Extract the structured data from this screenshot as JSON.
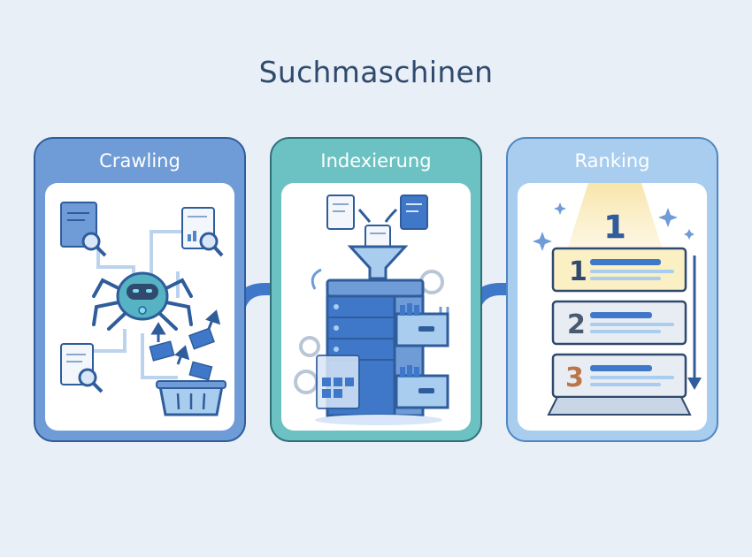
{
  "title": "Suchmaschinen",
  "stages": [
    {
      "label": "Crawling"
    },
    {
      "label": "Indexierung"
    },
    {
      "label": "Ranking"
    }
  ],
  "ranking": {
    "top_number": "1",
    "items": [
      "1",
      "2",
      "3"
    ]
  },
  "colors": {
    "crawl": "#6f9bd6",
    "index": "#6cc2c2",
    "rank": "#a9cdef",
    "gold": "#f3d98a",
    "bronze": "#b9764b"
  },
  "icons": [
    "document-search-icon",
    "spider-robot-icon",
    "mail-icon",
    "basket-icon",
    "funnel-icon",
    "server-icon",
    "file-drawer-icon",
    "gear-icon",
    "sparkle-icon",
    "arrow-down-icon"
  ]
}
